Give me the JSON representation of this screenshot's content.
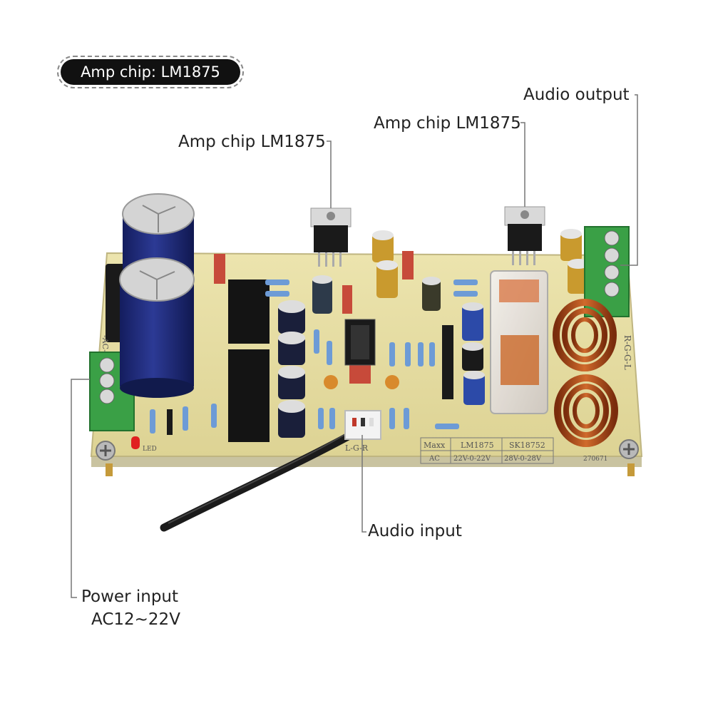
{
  "badge": {
    "text": "Amp chip: LM1875"
  },
  "callouts": {
    "amp_chip_left": "Amp chip LM1875",
    "amp_chip_right": "Amp chip LM1875",
    "audio_output": "Audio output",
    "audio_input": "Audio input",
    "power_input_line1": "Power input",
    "power_input_line2": "AC12~22V"
  },
  "board_silkscreen": {
    "table_col1_header": "Maxx",
    "table_col2_header": "LM1875",
    "table_col3_header": "SK18752",
    "table_col1_value": "AC",
    "table_col2_value": "22V-0-22V",
    "table_col3_value": "28V-0-28V",
    "output_marking": "R-G-G-L",
    "input_marking": "L-G-R",
    "power_marking": "-AC-",
    "led_marking": "LED",
    "board_code": "270671"
  },
  "colors": {
    "pcb": "#e7dfa6",
    "capacitor_blue": "#1e2a78",
    "terminal_green": "#3aa046",
    "copper_coil": "#b5501e",
    "chip_black": "#1a1a1a"
  }
}
